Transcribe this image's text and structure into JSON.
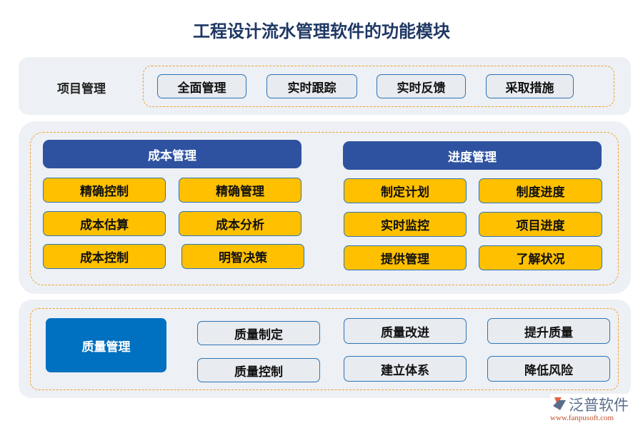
{
  "title": "工程设计流水管理软件的功能模块",
  "project": {
    "label": "项目管理",
    "items": [
      "全面管理",
      "实时跟踪",
      "实时反馈",
      "采取措施"
    ]
  },
  "cost": {
    "label": "成本管理",
    "items": [
      "精确控制",
      "精确管理",
      "成本估算",
      "成本分析",
      "成本控制",
      "明智决策"
    ]
  },
  "schedule": {
    "label": "进度管理",
    "items": [
      "制定计划",
      "制度进度",
      "实时监控",
      "项目进度",
      "提供管理",
      "了解状况"
    ]
  },
  "quality": {
    "label": "质量管理",
    "items": [
      "质量制定",
      "质量控制",
      "质量改进",
      "建立体系",
      "提升质量",
      "降低风险"
    ]
  },
  "logo": {
    "name": "泛普软件",
    "url": "www.fanpusoft.com"
  },
  "colors": {
    "header": "#2e52a0",
    "highlight": "#ffc000",
    "quality": "#0070c0",
    "dash": "#f0a030"
  }
}
